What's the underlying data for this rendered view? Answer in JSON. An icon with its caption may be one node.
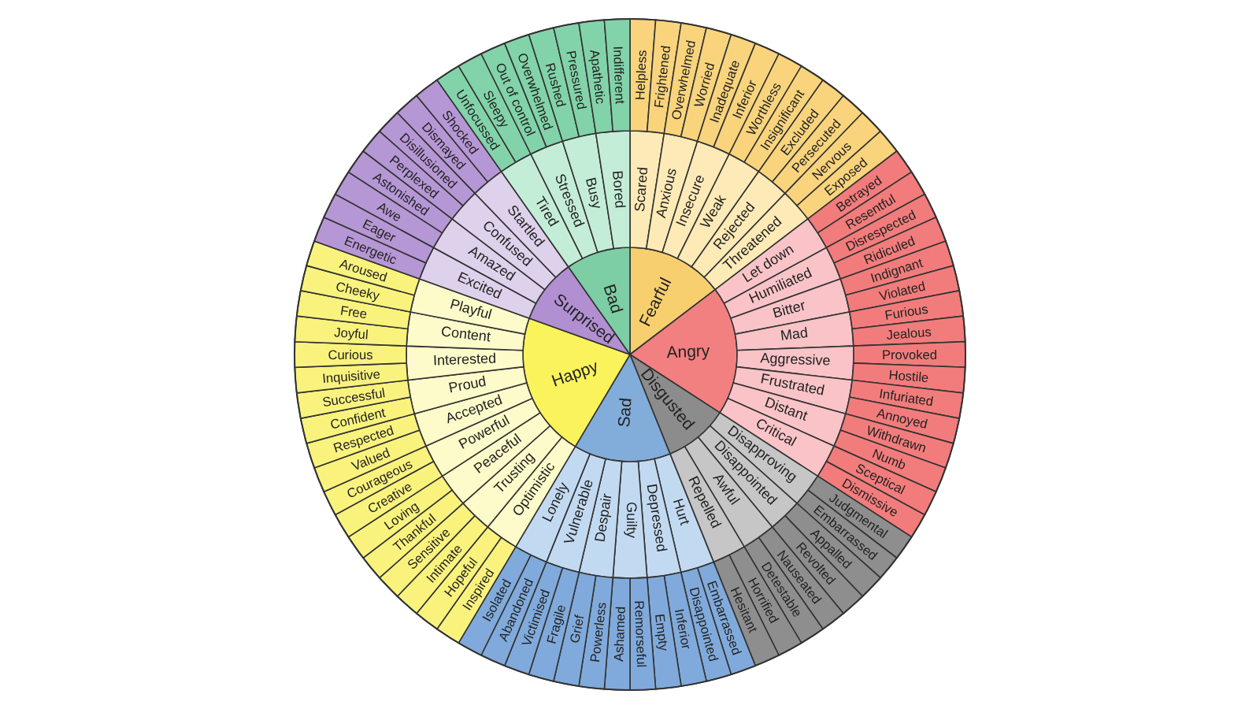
{
  "diagram": {
    "nodes": [
      {
        "text": [
          "Fearful"
        ]
      },
      {
        "text": [
          "Angry"
        ]
      },
      {
        "text": [
          "Disgusted"
        ]
      },
      {
        "text": [
          "Sad"
        ]
      },
      {
        "text": [
          "Happy"
        ]
      },
      {
        "text": [
          "Surprised"
        ]
      },
      {
        "text": [
          "Bad"
        ]
      },
      {
        "text": [
          "Scared"
        ]
      },
      {
        "text": [
          "Anxious"
        ]
      },
      {
        "text": [
          "Insecure"
        ]
      },
      {
        "text": [
          "Weak"
        ]
      },
      {
        "text": [
          "Rejected"
        ]
      },
      {
        "text": [
          "Threatened"
        ]
      },
      {
        "text": [
          "Let down"
        ]
      },
      {
        "text": [
          "Humiliated"
        ]
      },
      {
        "text": [
          "Bitter"
        ]
      },
      {
        "text": [
          "Mad"
        ]
      },
      {
        "text": [
          "Aggressive"
        ]
      },
      {
        "text": [
          "Frustrated"
        ]
      },
      {
        "text": [
          "Distant"
        ]
      },
      {
        "text": [
          "Critical"
        ]
      },
      {
        "text": [
          "Disapproving"
        ]
      },
      {
        "text": [
          "Disappointed"
        ]
      },
      {
        "text": [
          "Awful"
        ]
      },
      {
        "text": [
          "Repelled"
        ]
      },
      {
        "text": [
          "Hurt"
        ]
      },
      {
        "text": [
          "Depressed"
        ]
      },
      {
        "text": [
          "Guilty"
        ]
      },
      {
        "text": [
          "Despair"
        ]
      },
      {
        "text": [
          "Vulnerable"
        ]
      },
      {
        "text": [
          "Lonely"
        ]
      },
      {
        "text": [
          "Optimistic"
        ]
      },
      {
        "text": [
          "Trusting"
        ]
      },
      {
        "text": [
          "Peaceful"
        ]
      },
      {
        "text": [
          "Powerful"
        ]
      },
      {
        "text": [
          "Accepted"
        ]
      },
      {
        "text": [
          "Proud"
        ]
      },
      {
        "text": [
          "Interested"
        ]
      },
      {
        "text": [
          "Content"
        ]
      },
      {
        "text": [
          "Playful"
        ]
      },
      {
        "text": [
          "Excited"
        ]
      },
      {
        "text": [
          "Amazed"
        ]
      },
      {
        "text": [
          "Confused"
        ]
      },
      {
        "text": [
          "Startled"
        ]
      },
      {
        "text": [
          "Tired"
        ]
      },
      {
        "text": [
          "Stressed"
        ]
      },
      {
        "text": [
          "Busy"
        ]
      },
      {
        "text": [
          "Bored"
        ]
      },
      {
        "text": [
          "Helpless"
        ]
      },
      {
        "text": [
          "Frightened"
        ]
      },
      {
        "text": [
          "Overwhelmed"
        ]
      },
      {
        "text": [
          "Worried"
        ]
      },
      {
        "text": [
          "Inadequate"
        ]
      },
      {
        "text": [
          "Inferior"
        ]
      },
      {
        "text": [
          "Worthless"
        ]
      },
      {
        "text": [
          "Insignificant"
        ]
      },
      {
        "text": [
          "Excluded"
        ]
      },
      {
        "text": [
          "Persecuted"
        ]
      },
      {
        "text": [
          "Nervous"
        ]
      },
      {
        "text": [
          "Exposed"
        ]
      },
      {
        "text": [
          "Betrayed"
        ]
      },
      {
        "text": [
          "Resentful"
        ]
      },
      {
        "text": [
          "Disrespected"
        ]
      },
      {
        "text": [
          "Ridiculed"
        ]
      },
      {
        "text": [
          "Indignant"
        ]
      },
      {
        "text": [
          "Violated"
        ]
      },
      {
        "text": [
          "Furious"
        ]
      },
      {
        "text": [
          "Jealous"
        ]
      },
      {
        "text": [
          "Provoked"
        ]
      },
      {
        "text": [
          "Hostile"
        ]
      },
      {
        "text": [
          "Infuriated"
        ]
      },
      {
        "text": [
          "Annoyed"
        ]
      },
      {
        "text": [
          "Withdrawn"
        ]
      },
      {
        "text": [
          "Numb"
        ]
      },
      {
        "text": [
          "Sceptical"
        ]
      },
      {
        "text": [
          "Dismissive"
        ]
      },
      {
        "text": [
          "Judgmental"
        ]
      },
      {
        "text": [
          "Embarrassed"
        ]
      },
      {
        "text": [
          "Appalled"
        ]
      },
      {
        "text": [
          "Revolted"
        ]
      },
      {
        "text": [
          "Nauseated"
        ]
      },
      {
        "text": [
          "Detestable"
        ]
      },
      {
        "text": [
          "Horrified"
        ]
      },
      {
        "text": [
          "Hesitant"
        ]
      },
      {
        "text": [
          "Embarrassed"
        ]
      },
      {
        "text": [
          "Disappointed"
        ]
      },
      {
        "text": [
          "Inferior"
        ]
      },
      {
        "text": [
          "Empty"
        ]
      },
      {
        "text": [
          "Remorseful"
        ]
      },
      {
        "text": [
          "Ashamed"
        ]
      },
      {
        "text": [
          "Powerless"
        ]
      },
      {
        "text": [
          "Grief"
        ]
      },
      {
        "text": [
          "Fragile"
        ]
      },
      {
        "text": [
          "Victimised"
        ]
      },
      {
        "text": [
          "Abandoned"
        ]
      },
      {
        "text": [
          "Isolated"
        ]
      },
      {
        "text": [
          "Inspired"
        ]
      },
      {
        "text": [
          "Hopeful"
        ]
      },
      {
        "text": [
          "Intimate"
        ]
      },
      {
        "text": [
          "Sensitive"
        ]
      },
      {
        "text": [
          "Thankful"
        ]
      },
      {
        "text": [
          "Loving"
        ]
      },
      {
        "text": [
          "Creative"
        ]
      },
      {
        "text": [
          "Courageous"
        ]
      },
      {
        "text": [
          "Valued"
        ]
      },
      {
        "text": [
          "Respected"
        ]
      },
      {
        "text": [
          "Confident"
        ]
      },
      {
        "text": [
          "Successful"
        ]
      },
      {
        "text": [
          "Inquisitive"
        ]
      },
      {
        "text": [
          "Curious"
        ]
      },
      {
        "text": [
          "Joyful"
        ]
      },
      {
        "text": [
          "Free"
        ]
      },
      {
        "text": [
          "Cheeky"
        ]
      },
      {
        "text": [
          "Aroused"
        ]
      },
      {
        "text": [
          "Energetic"
        ]
      },
      {
        "text": [
          "Eager"
        ]
      },
      {
        "text": [
          "Awe"
        ]
      },
      {
        "text": [
          "Astonished"
        ]
      },
      {
        "text": [
          "Perplexed"
        ]
      },
      {
        "text": [
          "Disillusioned"
        ]
      },
      {
        "text": [
          "Dismayed"
        ]
      },
      {
        "text": [
          "Shocked"
        ]
      },
      {
        "text": [
          "Unfocussed"
        ]
      },
      {
        "text": [
          "Sleepy"
        ]
      },
      {
        "text": [
          "Out of control"
        ]
      },
      {
        "text": [
          "Overwhelmed"
        ]
      },
      {
        "text": [
          "Rushed"
        ]
      },
      {
        "text": [
          "Pressured"
        ]
      },
      {
        "text": [
          "Apathetic"
        ]
      },
      {
        "text": [
          "Indifferent"
        ]
      }
    ]
  }
}
